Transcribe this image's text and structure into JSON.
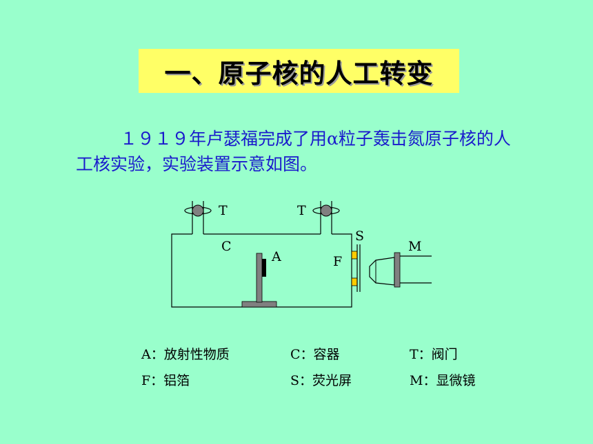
{
  "slide": {
    "title": "一、原子核的人工转变",
    "body": "１９１９年卢瑟福完成了用α粒子轰击氮原子核的人工核实验，实验装置示意如图。"
  },
  "diagram": {
    "labels": {
      "t_left": "T",
      "t_right": "T",
      "c": "C",
      "a": "A",
      "s": "S",
      "f": "F",
      "m": "M"
    }
  },
  "legend": {
    "a": "A：放射性物质",
    "c": "C：容器",
    "t": "T：阀门",
    "f": "F：铝箔",
    "s": "S：荧光屏",
    "m": "M：显微镜"
  }
}
